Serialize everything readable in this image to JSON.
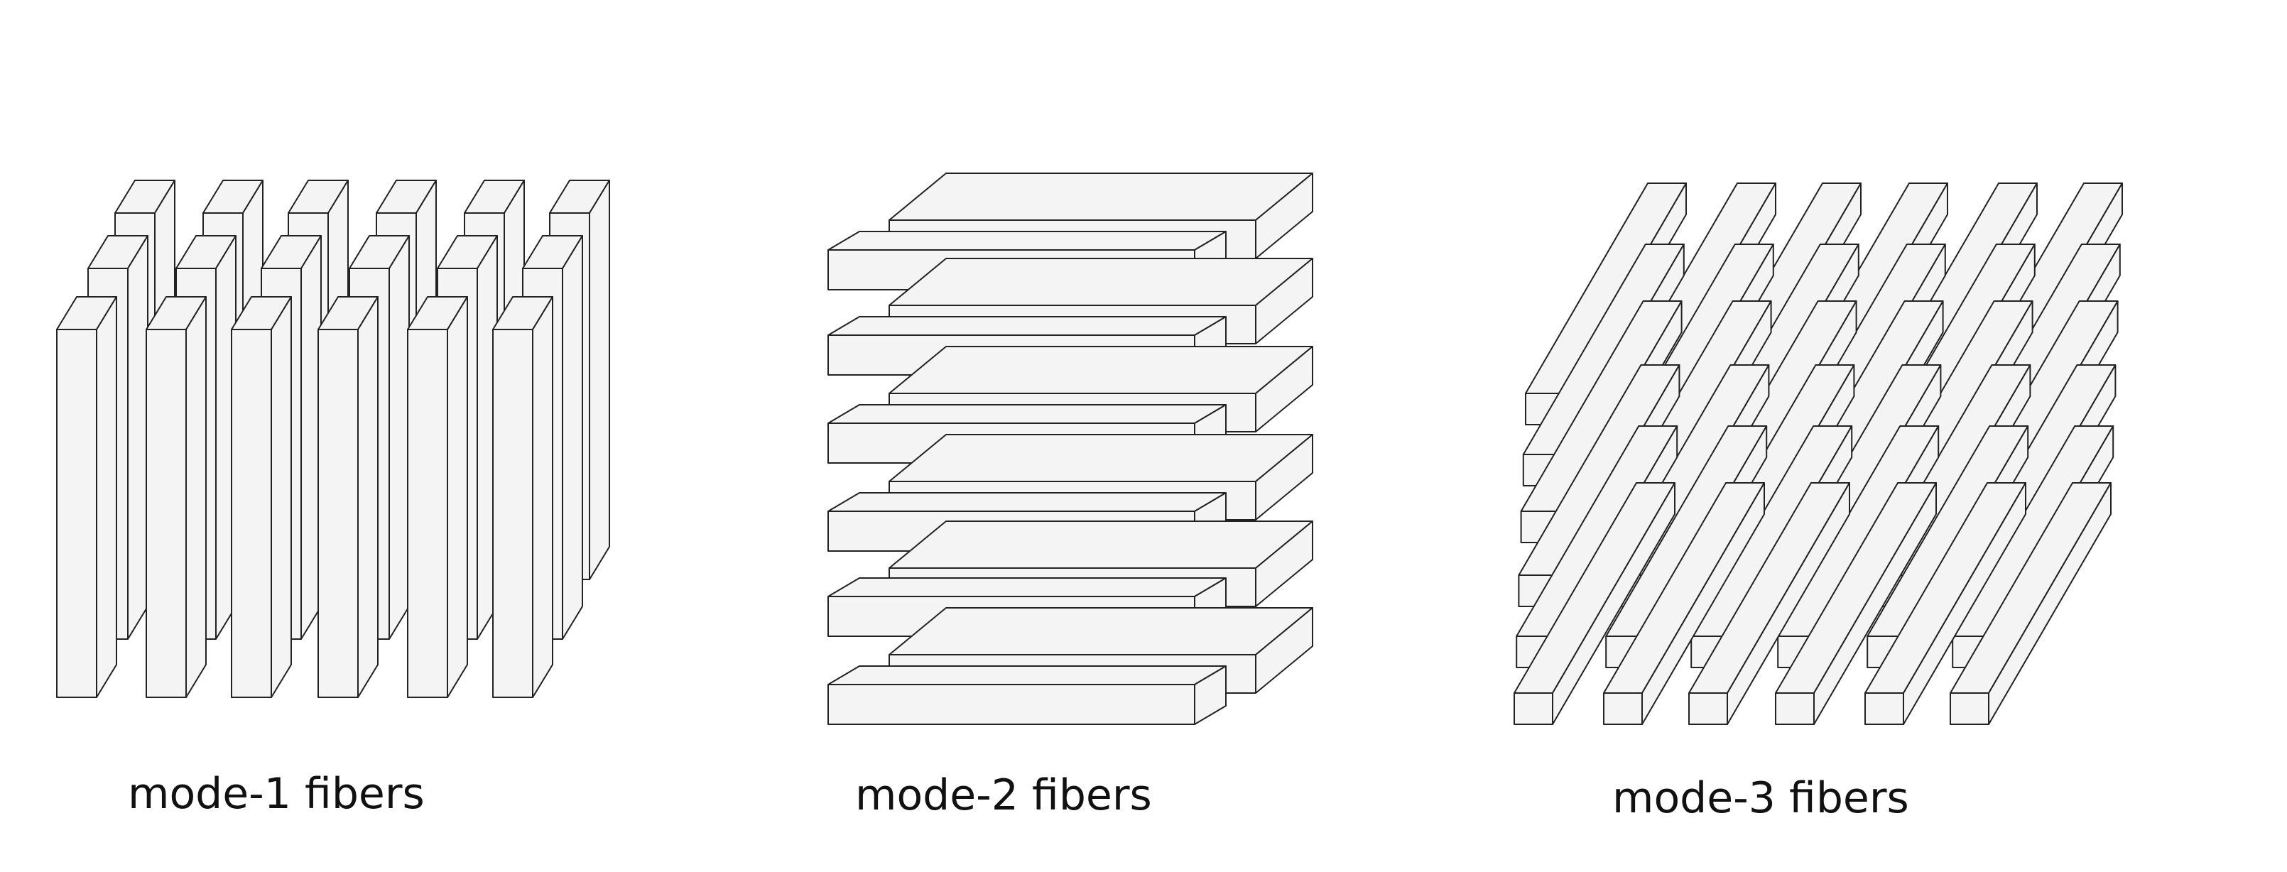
{
  "figure": {
    "colors": {
      "face": "#f4f4f4",
      "stroke": "#222222",
      "background": "#ffffff"
    },
    "panels": [
      {
        "id": "mode-1",
        "caption": "mode-1 fibers",
        "fiber_direction": "vertical",
        "grid": [
          6,
          3
        ]
      },
      {
        "id": "mode-2",
        "caption": "mode-2 fibers",
        "fiber_direction": "horizontal",
        "grid": [
          6,
          2
        ]
      },
      {
        "id": "mode-3",
        "caption": "mode-3 fibers",
        "fiber_direction": "depth",
        "grid": [
          6,
          6
        ]
      }
    ]
  }
}
